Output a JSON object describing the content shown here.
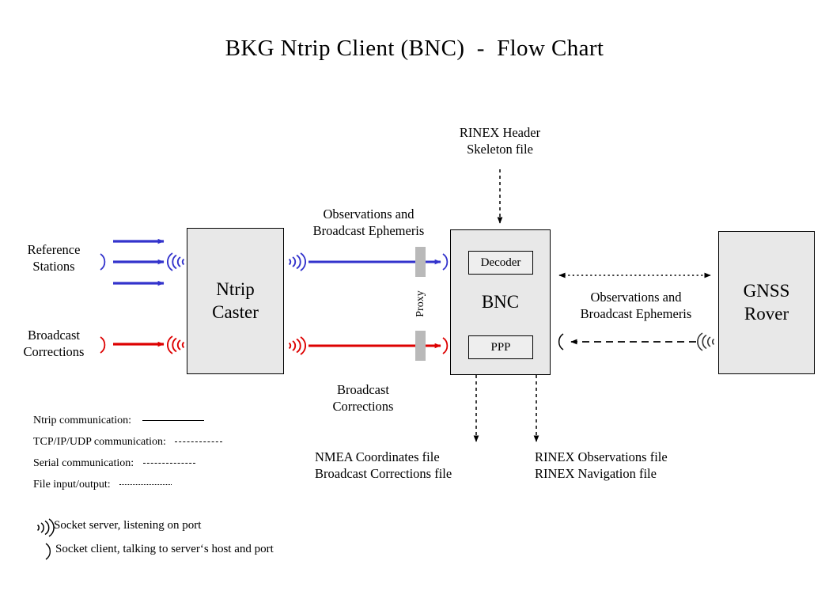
{
  "title": "BKG Ntrip Client (BNC)  -  Flow Chart",
  "colors": {
    "ntrip_blue": "#3333cc",
    "correction_red": "#dd0000",
    "box_fill": "#e8e8e8",
    "proxy_bar": "#b9b9b9",
    "outline": "#000000"
  },
  "boxes": {
    "ntrip_caster": {
      "line1": "Ntrip",
      "line2": "Caster"
    },
    "bnc": {
      "label": "BNC",
      "decoder": "Decoder",
      "ppp": "PPP"
    },
    "gnss_rover": {
      "line1": "GNSS",
      "line2": "Rover"
    }
  },
  "sources": {
    "reference_stations": {
      "line1": "Reference",
      "line2": "Stations"
    },
    "broadcast_corrections": {
      "line1": "Broadcast",
      "line2": "Corrections"
    }
  },
  "flows": {
    "caster_to_bnc_obs": {
      "line1": "Observations and",
      "line2": "Broadcast Ephemeris"
    },
    "caster_to_bnc_corr": {
      "line1": "Broadcast",
      "line2": "Corrections"
    },
    "bnc_to_rover": {
      "line1": "Observations and",
      "line2": "Broadcast Ephemeris"
    },
    "proxy": "Proxy"
  },
  "files": {
    "rinex_header": {
      "line1": "RINEX Header",
      "line2": "Skeleton file"
    },
    "nmea_output": {
      "line1": "NMEA Coordinates file",
      "line2": "Broadcast Corrections file"
    },
    "rinex_output": {
      "line1": "RINEX Observations file",
      "line2": "RINEX Navigation file"
    }
  },
  "legend": {
    "lines": [
      {
        "label": "Ntrip communication:",
        "style": "solid"
      },
      {
        "label": "TCP/IP/UDP communication:",
        "style": "dashed"
      },
      {
        "label": "Serial communication:",
        "style": "dash-dot"
      },
      {
        "label": "File input/output:",
        "style": "dotted"
      }
    ],
    "sockets": [
      {
        "glyph": "socket-server-icon",
        "label": "Socket server, listening on port"
      },
      {
        "glyph": "socket-client-icon",
        "label": "Socket client, talking to server‘s host and port"
      }
    ]
  }
}
